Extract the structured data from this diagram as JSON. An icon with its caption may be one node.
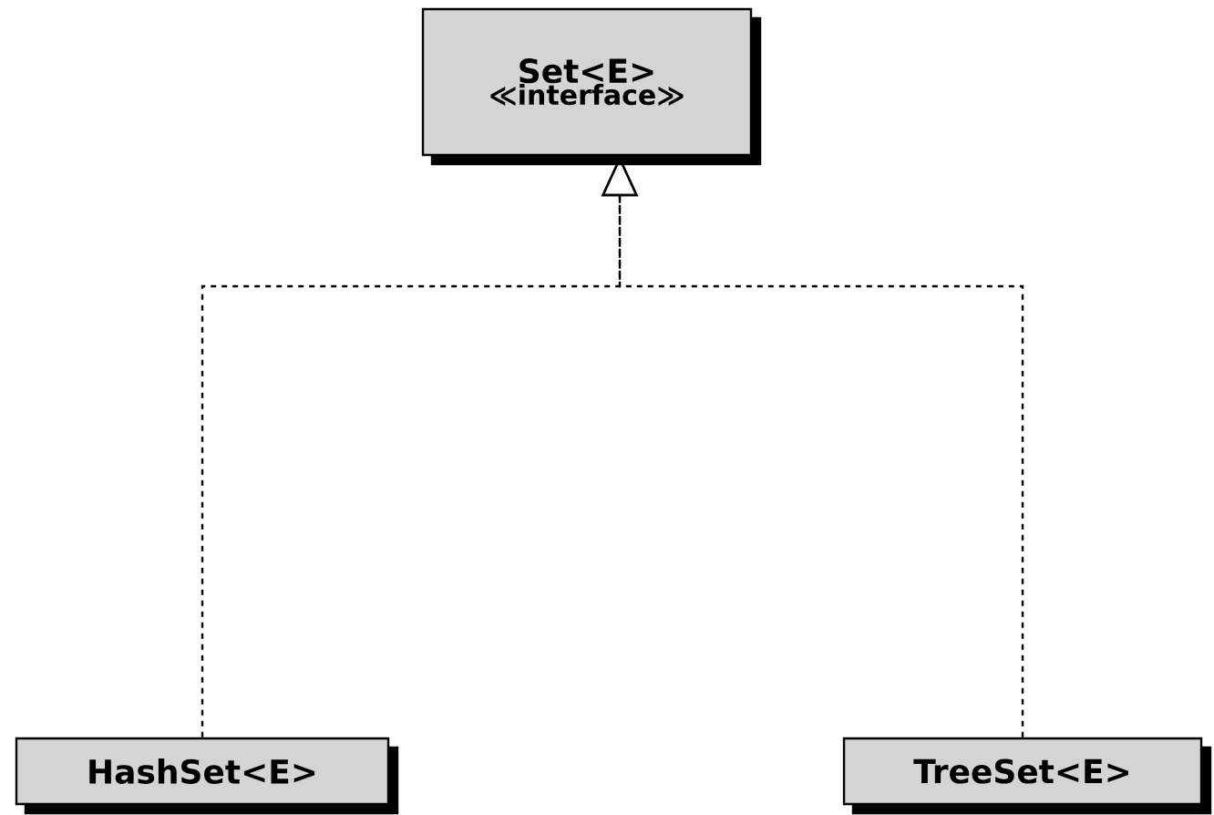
{
  "diagram": {
    "nodes": [
      {
        "text": [
          "Set<E>",
          "≪interface≫"
        ]
      },
      {
        "text": [
          "HashSet<E>"
        ]
      },
      {
        "text": [
          "TreeSet<E>"
        ]
      }
    ],
    "edges": [
      {
        "from": 1,
        "to": 0,
        "arrow": "to",
        "style": "dashed"
      },
      {
        "from": 2,
        "to": 0,
        "arrow": "to",
        "style": "dashed"
      }
    ]
  }
}
